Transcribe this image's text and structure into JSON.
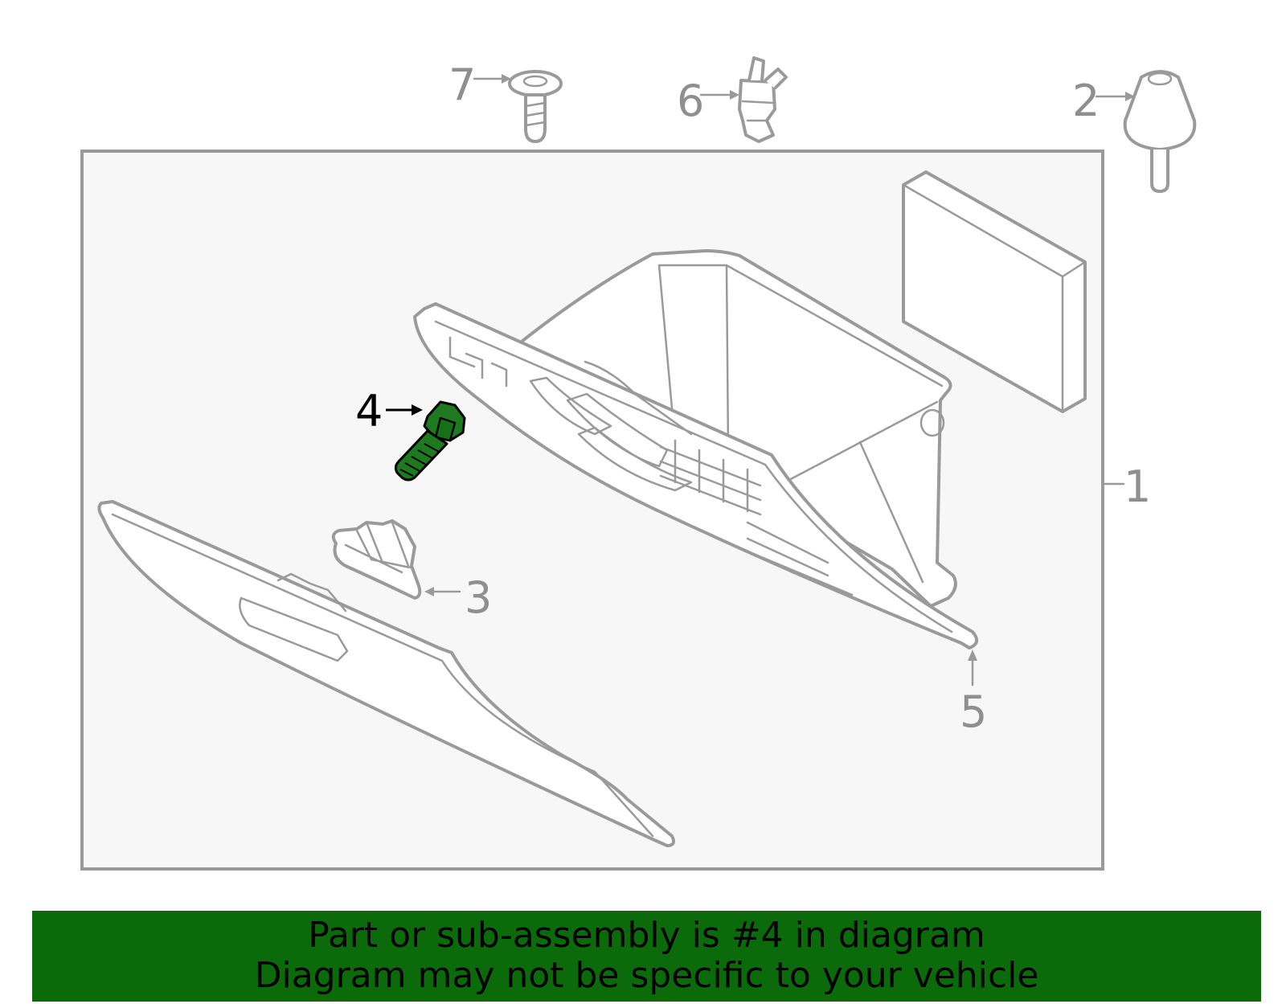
{
  "callouts": {
    "c1": "1",
    "c2": "2",
    "c3": "3",
    "c4": "4",
    "c5": "5",
    "c6": "6",
    "c7": "7"
  },
  "highlight": {
    "part": "4",
    "color": "#1e7a1e"
  },
  "banner": {
    "line1": "Part or sub-assembly is #4 in diagram",
    "line2": "Diagram may not be specific to your vehicle",
    "color": "#0b6b0b"
  }
}
